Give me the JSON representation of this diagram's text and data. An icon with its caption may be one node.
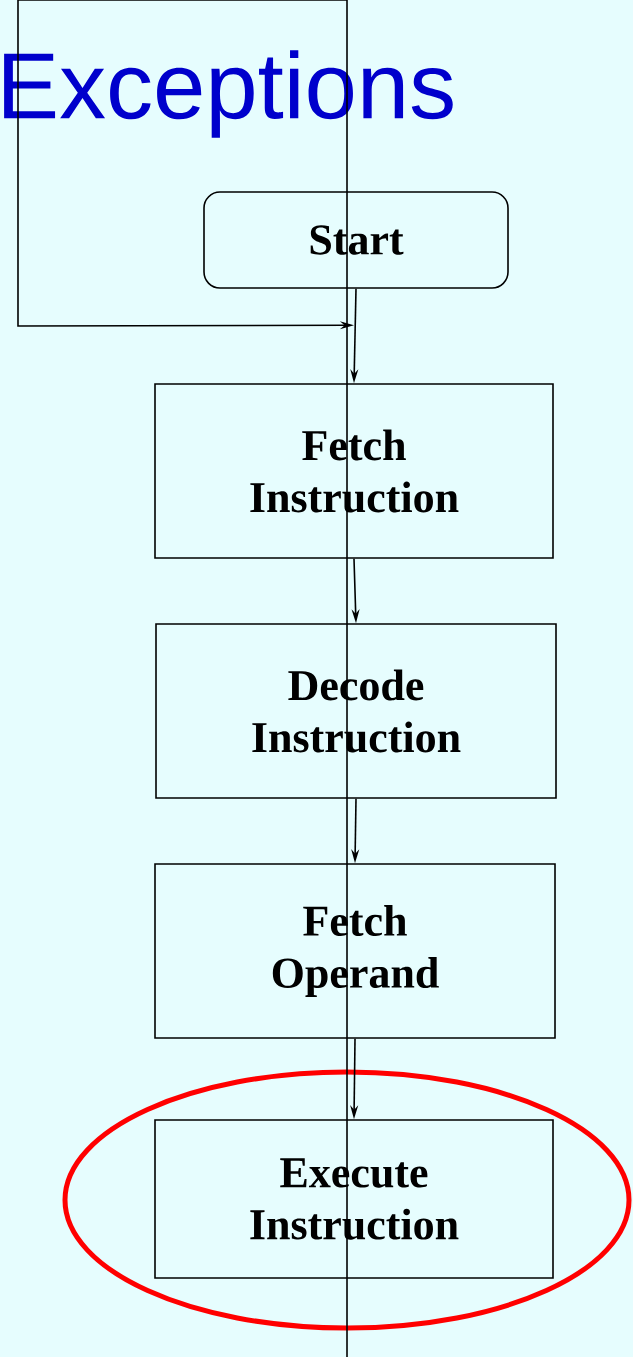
{
  "diagram": {
    "title": "Exceptions",
    "nodes": [
      {
        "text": [
          "Start"
        ]
      },
      {
        "text": [
          "Fetch Instruction"
        ]
      },
      {
        "text": [
          "Decode Instruction"
        ]
      },
      {
        "text": [
          "Fetch Operand"
        ]
      },
      {
        "text": [
          "Execute Instruction"
        ]
      }
    ],
    "edges": [
      {
        "from": 0,
        "to": 1,
        "arrow": "to"
      },
      {
        "from": 1,
        "to": 2,
        "arrow": "to"
      },
      {
        "from": 2,
        "to": 3,
        "arrow": "to"
      },
      {
        "from": 3,
        "to": 4,
        "arrow": "to"
      },
      {
        "from": null,
        "to": 1,
        "arrow": "to"
      }
    ]
  }
}
